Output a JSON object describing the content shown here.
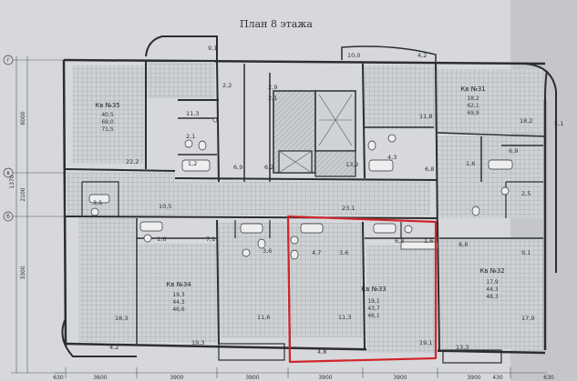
{
  "plan": {
    "title": "План 8 этажа",
    "highlight_color": "#d0262b",
    "apartments": [
      {
        "label": "Кв №35",
        "areas": [
          "40,5",
          "69,0",
          "71,5"
        ]
      },
      {
        "label": "Кв №31",
        "areas": [
          "18,2",
          "62,1",
          "69,9"
        ]
      },
      {
        "label": "Кв №34",
        "areas": [
          "19,3",
          "44,3",
          "46,6"
        ]
      },
      {
        "label": "Кв №33",
        "areas": [
          "19,1",
          "43,7",
          "46,1"
        ]
      },
      {
        "label": "Кв №32",
        "areas": [
          "17,9",
          "44,3",
          "48,3"
        ]
      }
    ],
    "room_labels": [
      "9,1",
      "2,2",
      "2,9",
      "2,1",
      "10,0",
      "4,2",
      "11,3",
      "2,1",
      "1,2",
      "22,2",
      "6,9",
      "6,2",
      "13,2",
      "4,3",
      "11,8",
      "18,2",
      "5,1",
      "6,9",
      "1,6",
      "6,8",
      "3,5",
      "10,5",
      "23,1",
      "2,5",
      "1,6",
      "7,1",
      "3,6",
      "4,7",
      "3,6",
      "6,8",
      "1,6",
      "8,8",
      "9,1",
      "18,3",
      "11,6",
      "11,3",
      "17,9",
      "19,3",
      "4,8",
      "19,1",
      "13,3",
      "4,2"
    ],
    "left_dims": [
      "6000",
      "2100",
      "1370",
      "3300"
    ],
    "axis_marks": [
      "г",
      "в",
      "б"
    ],
    "bottom_dims": [
      "3600",
      "3900",
      "3900",
      "3900",
      "3900",
      "3900"
    ],
    "bottom_small": [
      "630",
      "430",
      "630"
    ]
  }
}
